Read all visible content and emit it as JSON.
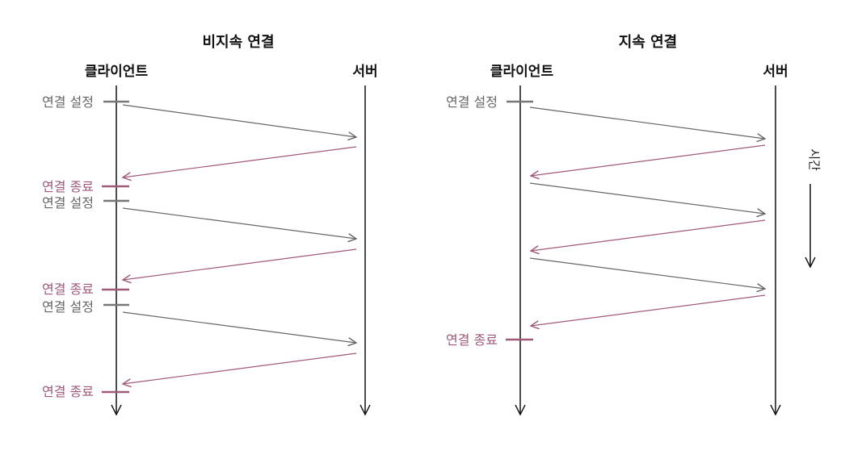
{
  "non_persistent": {
    "title": "비지속 연결",
    "client": "클라이언트",
    "server": "서버",
    "events": [
      {
        "kind": "open",
        "label": "연결 설정"
      },
      {
        "kind": "close",
        "label": "연결 종료"
      },
      {
        "kind": "open",
        "label": "연결 설정"
      },
      {
        "kind": "close",
        "label": "연결 종료"
      },
      {
        "kind": "open",
        "label": "연결 설정"
      },
      {
        "kind": "close",
        "label": "연결 종료"
      }
    ]
  },
  "persistent": {
    "title": "지속 연결",
    "client": "클라이언트",
    "server": "서버",
    "open_label": "연결 설정",
    "close_label": "연결 종료"
  },
  "time_axis": {
    "label": "시간"
  },
  "colors": {
    "open": "#777777",
    "close": "#a05a78",
    "line": "#111111"
  }
}
